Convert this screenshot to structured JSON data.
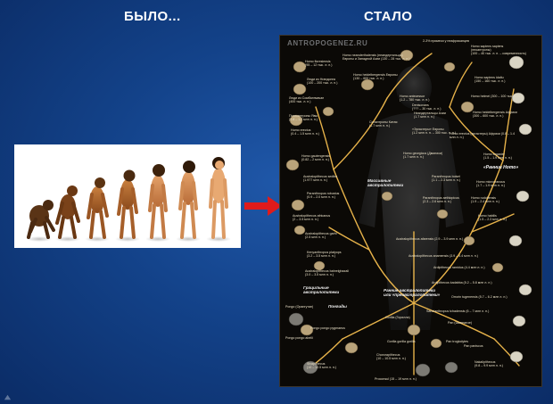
{
  "slide": {
    "title_before": "БЫЛО...",
    "title_after": "СТАЛО"
  },
  "poster": {
    "site_label": "ANTROPOGENEZ.RU",
    "labels": [
      {
        "text": "Homo floresiensis\n(95 – 12 тыс. л. н.)"
      },
      {
        "text": "Люди из Нгандонга\n(100 – 200 тыс. л. н.)"
      },
      {
        "text": "Homo erectus\n(0.4 – 1.5 млн л. н.)"
      },
      {
        "text": "Homo heidelbergensis Европы\n(130 – 600 тыс. л. н.)"
      },
      {
        "text": "Homo neanderthalensis (неандертальцы) Европы и Западной Азии (130 – 28 тыс. л. н.)"
      },
      {
        "text": "Homo sapiens sapiens\n(неоантропы)\n(100 – 40 тыс. л. н. – современность)"
      },
      {
        "text": "Homo sapiens idaltu\n(150 – 160 тыс. л. н.)"
      },
      {
        "text": "Homo helmei (300 – 100 тыс. л. н.)"
      },
      {
        "text": "Homo heidelbergensis Африки\n(300 – 600 тыс. л. н.)"
      },
      {
        "text": "Homo erectus (эргастеры) Африки (0.8 – 1.4 млн л. н.)"
      },
      {
        "text": "Homo ergaster\n(1.5 – 1.9 млн л. н.)"
      },
      {
        "text": "«Ранние Homo»"
      },
      {
        "text": "Homo gautengensis\n(0.82 – 2 млн л. н.)"
      },
      {
        "text": "Homo georgicus (Дманиси)\n(1.7 млн л. н.)"
      },
      {
        "text": "Массивные\nавстралопитеки"
      },
      {
        "text": "Paranthropus boisei\n(1.1 – 2.3 млн л. н.)"
      },
      {
        "text": "Paranthropus robustus\n(0.9 – 2.0 млн л. н.)"
      },
      {
        "text": "Paranthropus aethiopicus\n(2.3 – 2.6 млн л. н.)"
      },
      {
        "text": "Homo rudolfensis\n(1.9 – 2.4 млн л. н.)"
      },
      {
        "text": "Homo microcranous\n(1.7 – 1.9 млн л. н.)"
      },
      {
        "text": "Homo habilis\n(1.5 – 2.3 млн л. н.)"
      },
      {
        "text": "Australopithecus sediba\n(1.977 млн л. н.)"
      },
      {
        "text": "Australopithecus africanus\n(2 – 3.5 млн л. н.)"
      },
      {
        "text": "Australopithecus garhi\n(2.5 млн л. н.)"
      },
      {
        "text": "Australopithecus afarensis (2.9 – 3.9 млн л. н.)"
      },
      {
        "text": "Kenyanthropus platyops\n(3.2 – 3.5 млн л. н.)"
      },
      {
        "text": "Australopithecus bahrelghazali\n(3.0 – 3.5 млн л. н.)"
      },
      {
        "text": "Australopithecus anamensis (3.9 – 4.4 млн л. н.)"
      },
      {
        "text": "Ardipithecus ramidus (4.4 млн л. н.)"
      },
      {
        "text": "Ardipithecus kadabba (5.2 – 5.8 млн л. н.)"
      },
      {
        "text": "Orrorin tugenensis (5.7 – 6.2 млн л. н.)"
      },
      {
        "text": "Sahelanthropus tchadensis (6 – 7 млн л. н.)"
      },
      {
        "text": "Грацильные\nавстралопитеки"
      },
      {
        "text": "Ранние австралопитеки\nили «преавстралопитеки»"
      },
      {
        "text": "Понгиды"
      },
      {
        "text": "Pongo (Орангутан)"
      },
      {
        "text": "Gorilla (Горилла)"
      },
      {
        "text": "Pan (Шимпанзе)"
      },
      {
        "text": "Pan troglodytes"
      },
      {
        "text": "Pan paniscus"
      },
      {
        "text": "Chororapithecus\n(10 – 10.5 млн л. н.)"
      },
      {
        "text": "Sivapithecus\n(10 – 12.5 млн л. н.)"
      },
      {
        "text": "Nakalipithecus\n(9.8 – 9.9 млн л. н.)"
      },
      {
        "text": "Proconsul (15 – 19 млн л. н.)"
      },
      {
        "text": "Неандертальцы Азии\n(1.7 млн л. н.)"
      },
      {
        "text": "Homo antecessor\n(1.2 – 780 тыс. л. н.)"
      },
      {
        "text": "Denisovans\n(??? – 30 тыс. л. н.)"
      },
      {
        "text": "Синантропы Китая\n(1.7 млн л. н.)"
      },
      {
        "text": "Питекантропы Явы\n(0.8 – 1.2 млн л. н.)"
      },
      {
        "text": "Люди из Сомбангмачан\n(400 тыс. л. н.)"
      },
      {
        "text": "«Эргастеры» Европы\n(1.2 млн л. н. – 300 тыс. л. н.)"
      },
      {
        "text": "2-3% примеси у неафриканцев"
      },
      {
        "text": "Pongo pongo pygmaeus"
      },
      {
        "text": "Gorilla gorilla gorilla"
      },
      {
        "text": "Pongo pongo abelii"
      }
    ]
  }
}
